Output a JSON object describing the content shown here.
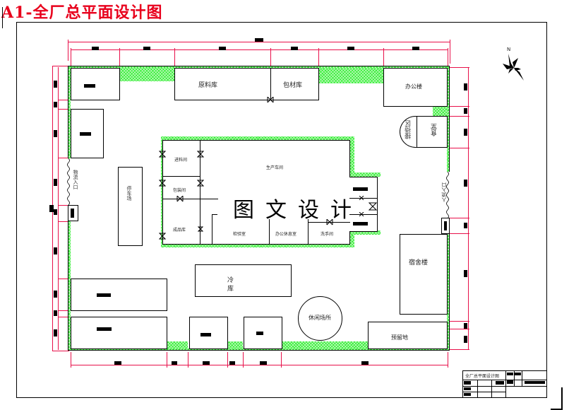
{
  "header": {
    "title": "A1-全厂总平面设计图"
  },
  "watermark": "图文设计",
  "compass": {
    "label": "N"
  },
  "buildings": {
    "raw_material_warehouse": "原料库",
    "packaging_warehouse": "包材库",
    "office_building": "办公楼",
    "reception_area": "接待区",
    "canteen": "食堂",
    "production_workshop": "生产车间",
    "feeding_room": "进料间",
    "packing_room": "包装间",
    "finished_product_storage": "成品库",
    "inspection_room": "检验室",
    "office_lounge": "办公休息室",
    "washroom": "洗手间",
    "parking": "停车场",
    "cold_storage_line1": "冷",
    "cold_storage_line2": "库",
    "leisure_area": "休闲场所",
    "dormitory": "宿舍楼",
    "reserved_land": "预留地"
  },
  "gates": {
    "west_entrance": "物流入口",
    "east_entrance": "人流入口"
  },
  "title_block": {
    "drawing_name": "全厂总平面设计图"
  },
  "colors": {
    "dimension_line": "#e8104a",
    "greenbelt": "#33ee33",
    "title": "#e8001c",
    "outline": "#000000"
  }
}
